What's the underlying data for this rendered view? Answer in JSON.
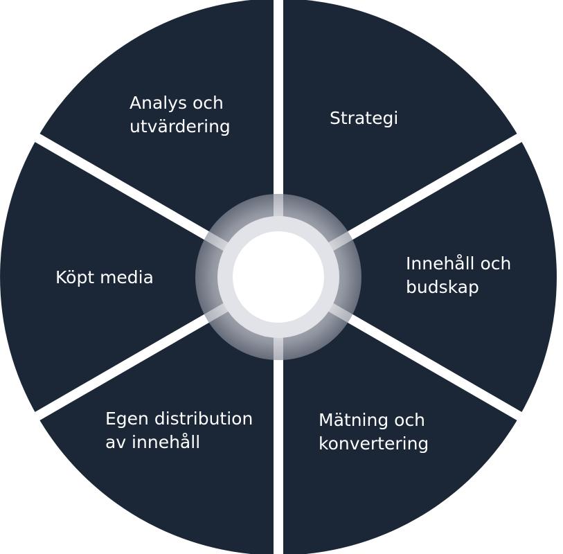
{
  "diagram": {
    "segments": [
      {
        "id": "analys",
        "label": "Analys och\nutvärdering"
      },
      {
        "id": "strategi",
        "label": "Strategi"
      },
      {
        "id": "innehall",
        "label": "Innehåll och\nbudskap"
      },
      {
        "id": "matning",
        "label": "Mätning och\nkonvertering"
      },
      {
        "id": "egen",
        "label": "Egen distribution\nav innehåll"
      },
      {
        "id": "kopt",
        "label": "Köpt media"
      }
    ],
    "colors": {
      "segment_fill": "#1b2636",
      "divider": "#ffffff",
      "label_text": "#ffffff",
      "center_fill": "#ffffff",
      "halo": "#c4c5cc"
    }
  }
}
